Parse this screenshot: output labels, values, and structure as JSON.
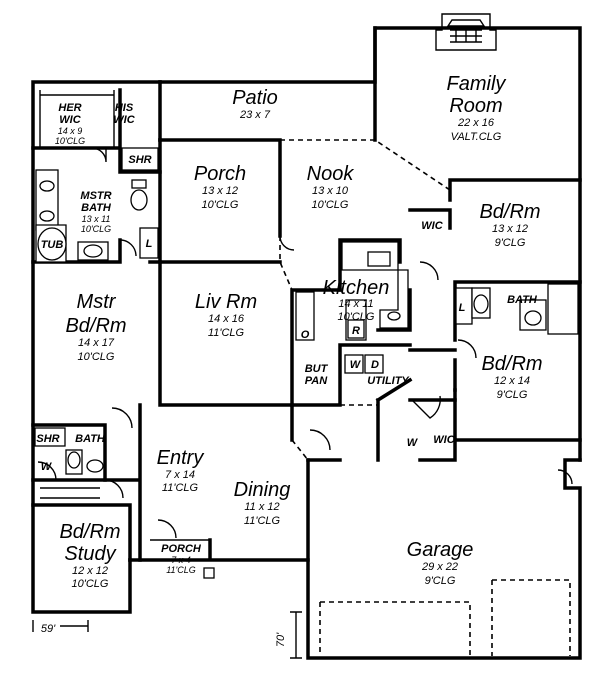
{
  "rooms": {
    "patio": {
      "name": "Patio",
      "dims": "23 x 7"
    },
    "family": {
      "name1": "Family",
      "name2": "Room",
      "dims": "22 x 16",
      "clg": "VALT.CLG"
    },
    "porch": {
      "name": "Porch",
      "dims": "13 x 12",
      "clg": "10'CLG"
    },
    "nook": {
      "name": "Nook",
      "dims": "13 x 10",
      "clg": "10'CLG"
    },
    "bed2": {
      "name": "Bd/Rm",
      "dims": "13 x 12",
      "clg": "9'CLG"
    },
    "her_wic": {
      "line1": "HER",
      "line2": "WIC",
      "dims": "14 x 9",
      "clg": "10'CLG"
    },
    "his_wic": {
      "line1": "HIS",
      "line2": "WIC"
    },
    "shr1": "SHR",
    "mstr_bath": {
      "line1": "MSTR",
      "line2": "BATH",
      "dims": "13 x 11",
      "clg": "10'CLG"
    },
    "tub": "TUB",
    "l1": "L",
    "mstr_bd": {
      "name1": "Mstr",
      "name2": "Bd/Rm",
      "dims": "14 x 17",
      "clg": "10'CLG"
    },
    "liv": {
      "name": "Liv Rm",
      "dims": "14 x 16",
      "clg": "11'CLG"
    },
    "kitchen": {
      "name": "Kitchen",
      "dims": "14 x 11",
      "clg": "10'CLG"
    },
    "o": "O",
    "r": "R",
    "but": "BUT",
    "pan": "PAN",
    "w1": "W",
    "d1": "D",
    "utility": "UTILITY",
    "wic2": "WIC",
    "l2": "L",
    "bath2": "BATH",
    "bed3": {
      "name": "Bd/Rm",
      "dims": "12 x 14",
      "clg": "9'CLG"
    },
    "shr2": "SHR",
    "bath3": "BATH",
    "w2": "W",
    "entry": {
      "name": "Entry",
      "dims": "7 x 14",
      "clg": "11'CLG"
    },
    "dining": {
      "name": "Dining",
      "dims": "11 x 12",
      "clg": "11'CLG"
    },
    "w3": "W",
    "wic3": "WIC",
    "study": {
      "name1": "Bd/Rm",
      "name2": "Study",
      "dims": "12 x 12",
      "clg": "10'CLG"
    },
    "front_porch": {
      "name": "PORCH",
      "dims": "7 x 4",
      "clg": "11'CLG"
    },
    "garage": {
      "name": "Garage",
      "dims": "29 x 22",
      "clg": "9'CLG"
    }
  },
  "dimensions": {
    "width": "59'",
    "depth": "70'"
  }
}
